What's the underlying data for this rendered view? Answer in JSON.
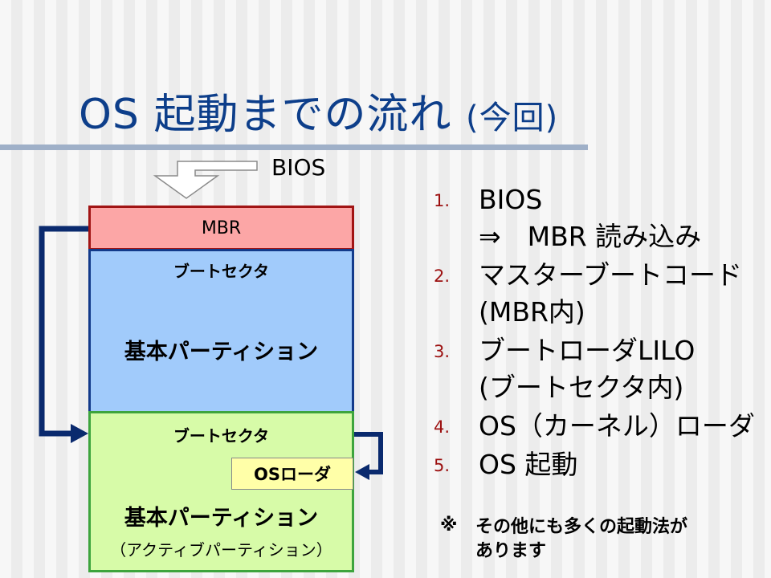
{
  "title": {
    "main": "OS 起動までの流れ",
    "sub": "(今回)"
  },
  "diagram": {
    "bios": "BIOS",
    "mbr": "MBR",
    "boot_sector_1": "ブートセクタ",
    "partition_1": "基本パーティション",
    "boot_sector_2": "ブートセクタ",
    "os_loader": "OSローダ",
    "partition_2": "基本パーティション",
    "partition_2_note": "（アクティブパーティション）",
    "colors": {
      "arrow": "#0a2a6e",
      "mbr_fill": "#fca6a6",
      "partition_blue": "#a1cbfb",
      "partition_green": "#d7fba8",
      "loader_fill": "#ffffa8"
    }
  },
  "steps": [
    {
      "num": "1.",
      "line1": "BIOS",
      "line2": "⇒　MBR 読み込み"
    },
    {
      "num": "2.",
      "line1": "マスターブートコード",
      "line2": "(MBR内)"
    },
    {
      "num": "3.",
      "line1": "ブートローダLILO",
      "line2": "(ブートセクタ内)"
    },
    {
      "num": "4.",
      "line1": "OS（カーネル）ローダ"
    },
    {
      "num": "5.",
      "line1": "OS 起動"
    }
  ],
  "note": {
    "mark": "※",
    "line1": "その他にも多くの起動法が",
    "line2": "あります"
  }
}
